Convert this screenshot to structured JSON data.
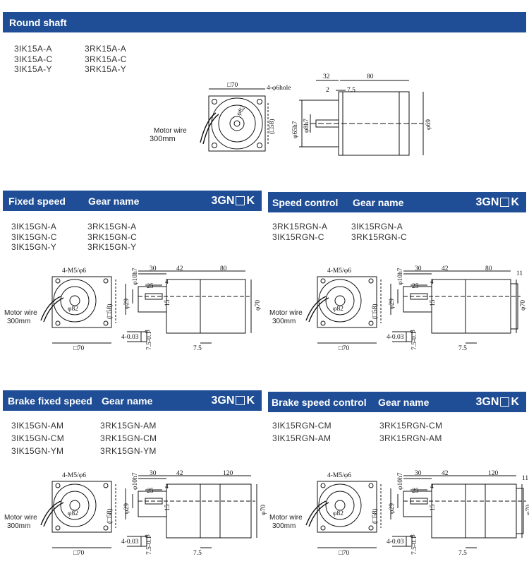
{
  "sections": {
    "round": {
      "title": "Round shaft",
      "col1": [
        "3IK15A-A",
        "3IK15A-C",
        "3IK15A-Y"
      ],
      "col2": [
        "3RK15A-A",
        "3RK15A-C",
        "3RK15A-Y"
      ],
      "dims": {
        "sq": "□70",
        "hole": "4-φ6hole",
        "d82": "φ82",
        "sq58": "(□58)",
        "d65": "φ65h7",
        "d8": "φ8h7",
        "d69": "φ69",
        "w32": "32",
        "w2": "2",
        "w75": "7.5",
        "w80": "80"
      },
      "wire": [
        "Motor wire",
        "300mm"
      ]
    },
    "fixed": {
      "title": "Fixed speed",
      "gear": "Gear name",
      "code": [
        "3GN",
        "K"
      ],
      "col1": [
        "3IK15GN-A",
        "3IK15GN-C",
        "3IK15GN-Y"
      ],
      "col2": [
        "3RK15GN-A",
        "3RK15GN-C",
        "3RK15GN-Y"
      ],
      "dims": {
        "m5": "4-M5/φ6",
        "d82": "φ82",
        "sq58": "(□58)",
        "sq70": "□70",
        "d29": "φ29",
        "d10": "φ10h7",
        "w30": "30",
        "w42": "42",
        "w80": "80",
        "w25": "25",
        "w4": "4",
        "w15": "15",
        "d70": "φ70",
        "w75": "7.5",
        "k4": "4-0.03",
        "k8": "8",
        "k75": "7.5-0.1"
      },
      "wire": [
        "Motor wire",
        "300mm"
      ]
    },
    "speed": {
      "title": "Speed control",
      "gear": "Gear name",
      "code": [
        "3GN",
        "K"
      ],
      "col1": [
        "3RK15RGN-A",
        "3IK15RGN-C"
      ],
      "col2": [
        "3IK15RGN-A",
        "3RK15RGN-C"
      ],
      "dims": {
        "m5": "4-M5/φ6",
        "d82": "φ82",
        "sq58": "(□58)",
        "sq70": "□70",
        "d29": "φ29",
        "d10": "φ10h7",
        "w30": "30",
        "w42": "42",
        "w80": "80",
        "w11": "11",
        "w25": "25",
        "w4": "4",
        "w15": "15",
        "d70": "φ70",
        "w75": "7.5",
        "k4": "4-0.03",
        "k8": "8",
        "k75": "7.5-0.1"
      },
      "wire": [
        "Motor wire",
        "300mm"
      ]
    },
    "brakefixed": {
      "title": "Brake fixed speed",
      "gear": "Gear name",
      "code": [
        "3GN",
        "K"
      ],
      "col1": [
        "3IK15GN-AM",
        "3IK15GN-CM",
        "3IK15GN-YM"
      ],
      "col2": [
        "3RK15GN-AM",
        "3RK15GN-CM",
        "3RK15GN-YM"
      ],
      "dims": {
        "m5": "4-M5/φ6",
        "d82": "φ82",
        "sq58": "(□58)",
        "sq70": "□70",
        "d29": "φ29",
        "d10": "φ10h7",
        "w30": "30",
        "w42": "42",
        "w120": "120",
        "w25": "25",
        "w4": "4",
        "w15": "15",
        "d70": "φ70",
        "w75": "7.5",
        "k4": "4-0.03",
        "k8": "8",
        "k75": "7.5-0.1"
      },
      "wire": [
        "Motor wire",
        "300mm"
      ]
    },
    "brakespeed": {
      "title": "Brake speed control",
      "gear": "Gear name",
      "code": [
        "3GN",
        "K"
      ],
      "col1": [
        "3IK15RGN-CM",
        "3IK15RGN-AM"
      ],
      "col2": [
        "3RK15RGN-CM",
        "3RK15RGN-AM"
      ],
      "dims": {
        "m5": "4-M5/φ6",
        "d82": "φ82",
        "sq58": "(□58)",
        "sq70": "□70",
        "d29": "φ29",
        "d10": "φ10h7",
        "w30": "30",
        "w42": "42",
        "w120": "120",
        "w11": "11",
        "w25": "25",
        "w4": "4",
        "w15": "15",
        "d70": "φ70",
        "w75": "7.5",
        "k4": "4-0.03",
        "k8": "8",
        "k75": "7.5-0.1"
      },
      "wire": [
        "Motor wire",
        "300mm"
      ]
    }
  },
  "colors": {
    "bar": "#1f4e96"
  }
}
